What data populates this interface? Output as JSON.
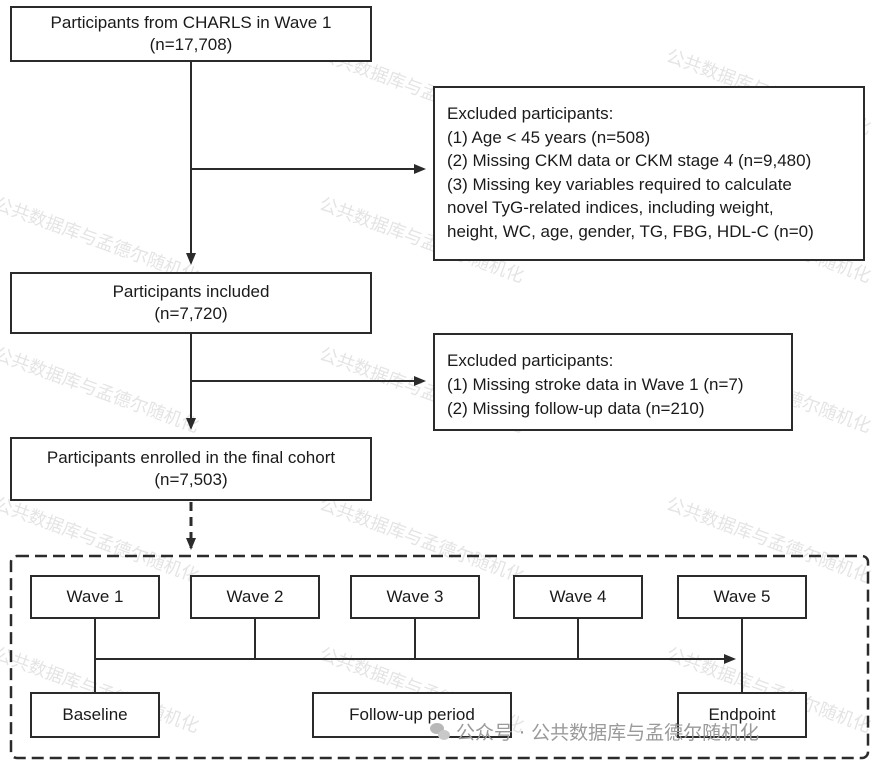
{
  "boxes": {
    "wave1_cohort": {
      "line1": "Participants from CHARLS in Wave 1",
      "line2": "(n=17,708)"
    },
    "excluded1": {
      "lines": [
        "Excluded participants:",
        "(1) Age < 45 years (n=508)",
        "(2) Missing CKM data or CKM stage 4 (n=9,480)",
        "(3) Missing key variables required to calculate",
        "novel TyG-related indices, including weight,",
        "height, WC, age, gender, TG, FBG, HDL-C (n=0)"
      ]
    },
    "included": {
      "line1": "Participants included",
      "line2": "(n=7,720)"
    },
    "excluded2": {
      "lines": [
        "Excluded participants:",
        "(1) Missing stroke data in Wave 1 (n=7)",
        "(2) Missing follow-up data (n=210)"
      ]
    },
    "final_cohort": {
      "line1": "Participants enrolled in the final cohort",
      "line2": "(n=7,503)"
    }
  },
  "timeline": {
    "waves": [
      "Wave 1",
      "Wave 2",
      "Wave 3",
      "Wave 4",
      "Wave 5"
    ],
    "baseline": "Baseline",
    "followup": "Follow-up period",
    "endpoint": "Endpoint"
  },
  "watermark": "公共数据库与孟德尔随机化",
  "footer": "公众号 · 公共数据库与孟德尔随机化",
  "colors": {
    "line": "#2b2b2b",
    "watermark": "#cfcfcf"
  }
}
